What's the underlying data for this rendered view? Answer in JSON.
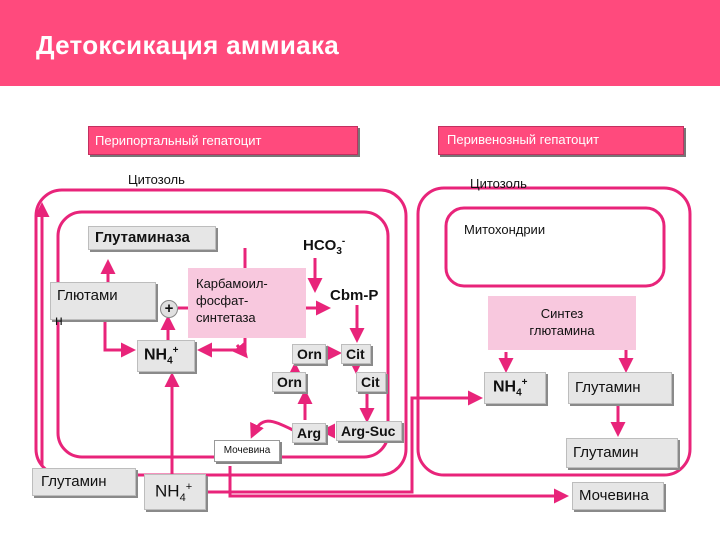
{
  "header": {
    "title": "Детоксикация аммиака",
    "color": "#ff4a7d"
  },
  "colors": {
    "arrow": "#e8247a",
    "box_fill": "#e6e6e6",
    "synth_fill": "#f8c8de"
  },
  "diagram": {
    "periportal_label": "Перипортальный гепатоцит",
    "perivenous_label": "Перивенозный гепатоцит",
    "cytosol_left": "Цитозоль",
    "cytosol_right": "Цитозоль",
    "mitochondria": "Митохондрии",
    "glutaminase": "Глутаминаза",
    "hco3": "HCO",
    "hco3_sub": "3",
    "hco3_sup": "-",
    "glutamine_left_line1": "Глютами",
    "glutamine_left_line2": "н",
    "plus": "+",
    "cps_line1": "Карбамоил-",
    "cps_line2": "фосфат-",
    "cps_line3": "синтетаза",
    "cbmp": "Cbm-P",
    "nh4_left": "NH",
    "nh4_left_sub": "4",
    "nh4_left_sup": "+",
    "orn_mito": "Orn",
    "cit_mito": "Cit",
    "orn_cyto": "Orn",
    "cit_cyto": "Cit",
    "arg": "Arg",
    "argsuc": "Arg-Suc",
    "urea_small": "Мочевина",
    "glutamine_bottom_left": "Глутамин",
    "nh4_bottom": "NH",
    "nh4_bottom_sub": "4",
    "nh4_bottom_sup": "+",
    "synthesis_line1": "Синтез",
    "synthesis_line2": "глютамина",
    "nh4_right": "NH",
    "nh4_right_sub": "4",
    "nh4_right_sup": "+",
    "glutamine_right_inner": "Глутамин",
    "glutamine_right_outer": "Глутамин",
    "urea_right": "Мочевина"
  }
}
